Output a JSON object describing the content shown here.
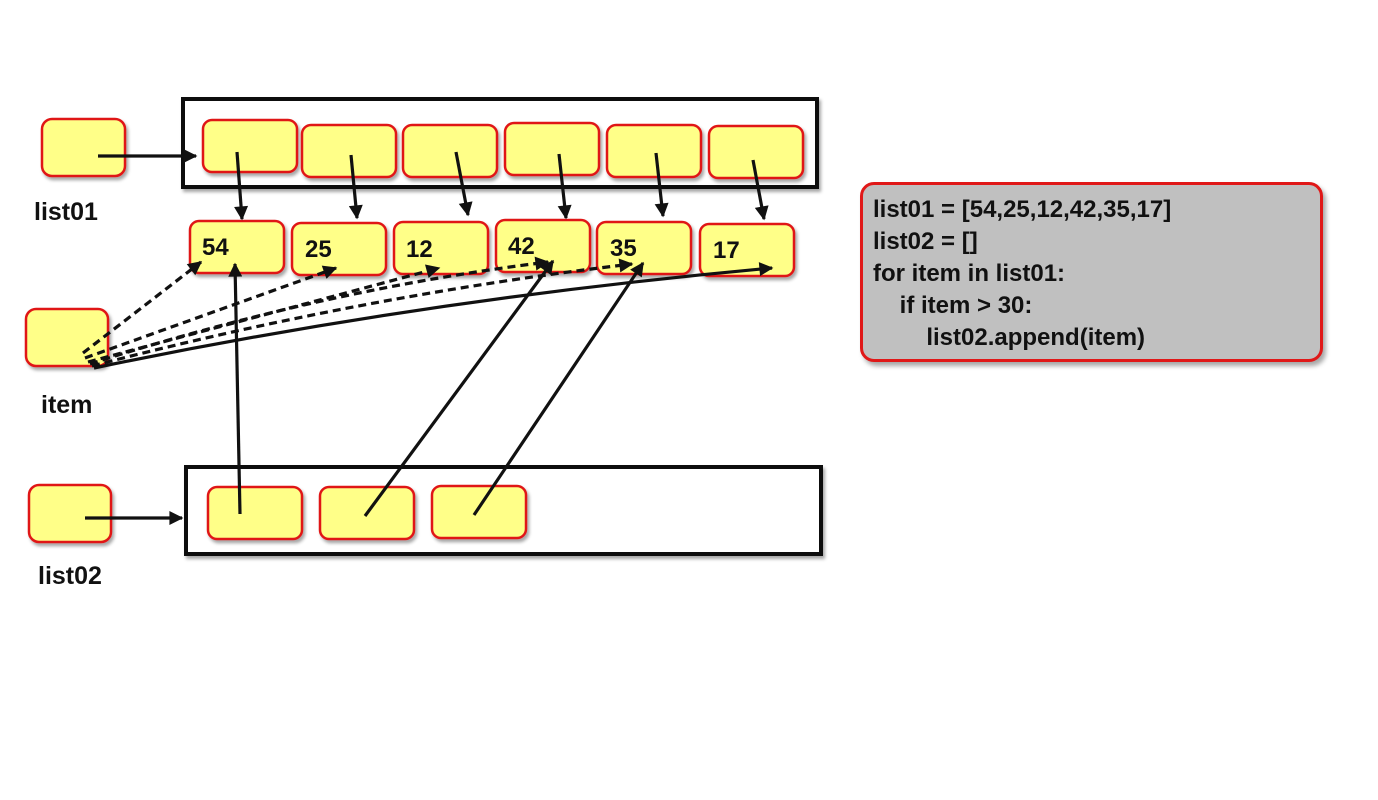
{
  "variables": {
    "list01": "list01",
    "item": "item",
    "list02": "list02"
  },
  "values": [
    "54",
    "25",
    "12",
    "42",
    "35",
    "17"
  ],
  "list02_contents": [
    "54",
    "42",
    "35"
  ],
  "code": {
    "lines": [
      "list01 = [54,25,12,42,35,17]",
      "list02 = []",
      "for item in list01:",
      "    if item > 30:",
      "        list02.append(item)"
    ]
  },
  "colors": {
    "cell_fill": "#ffff88",
    "cell_border": "#e01818",
    "code_background": "#c0c0c0",
    "arrow": "#111111"
  }
}
